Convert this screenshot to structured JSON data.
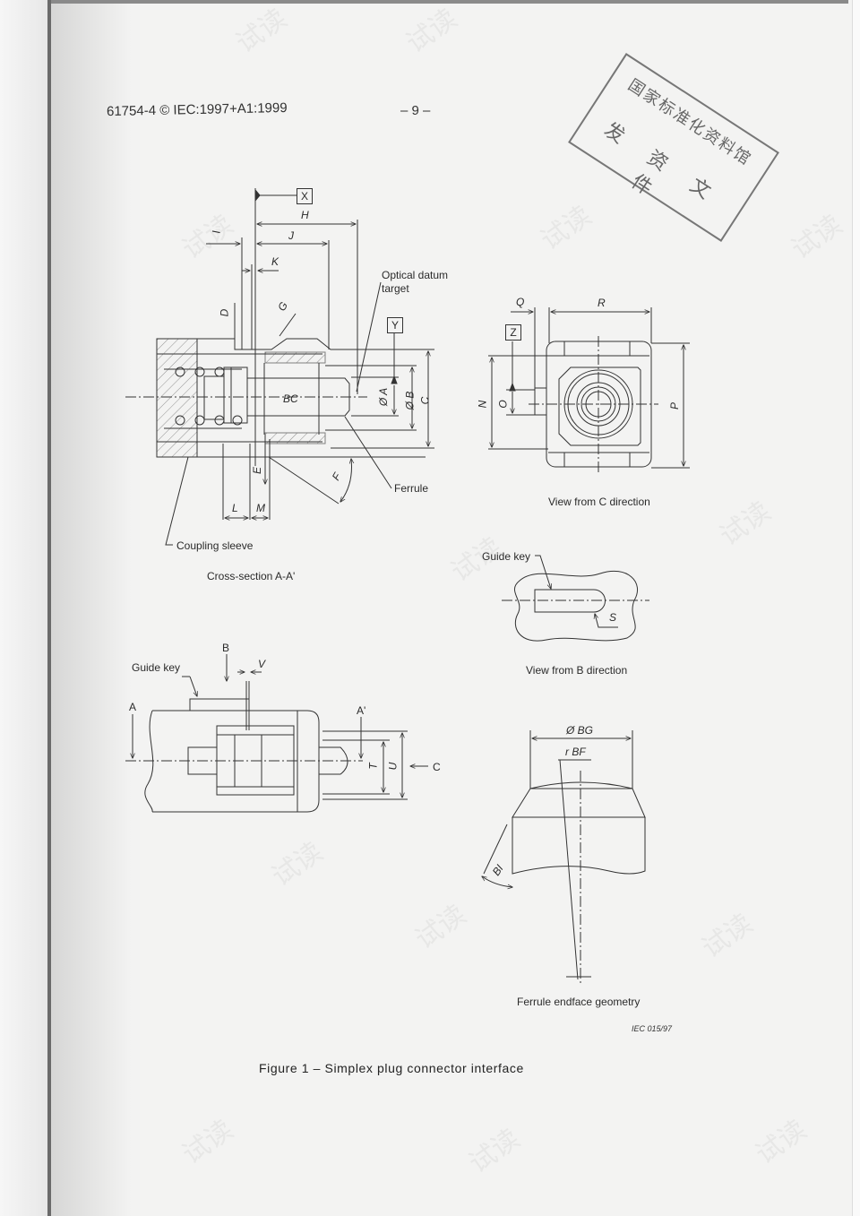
{
  "header": {
    "standard_ref": "61754-4 © IEC:1997+A1:1999",
    "page_number": "– 9 –"
  },
  "stamp": {
    "line1": "国家标准化资料馆",
    "line2": "发 资 文 件"
  },
  "watermark_text": "试读",
  "cross_section": {
    "caption": "Cross-section A-A'",
    "callouts": {
      "optical_datum_target": "Optical datum target",
      "ferrule": "Ferrule",
      "coupling_sleeve": "Coupling sleeve"
    },
    "datum_x": "X",
    "datum_y": "Y",
    "dimensions": {
      "H": "H",
      "J": "J",
      "I": "I",
      "K": "K",
      "D": "D",
      "G": "G",
      "BC": "BC",
      "A": "Ø A",
      "B": "Ø B",
      "C": "C",
      "E": "E",
      "F": "F",
      "L": "L",
      "M": "M"
    }
  },
  "view_c": {
    "caption": "View from C direction",
    "datum_z": "Z",
    "dimensions": {
      "Q": "Q",
      "R": "R",
      "N": "N",
      "O": "O",
      "P": "P"
    }
  },
  "view_b": {
    "caption": "View from B direction",
    "guide_key": "Guide key",
    "dimensions": {
      "S": "S"
    }
  },
  "side_view": {
    "guide_key": "Guide key",
    "markers": {
      "A": "A",
      "A_prime": "A'",
      "B": "B",
      "C": "C"
    },
    "dimensions": {
      "V": "V",
      "T": "T",
      "U": "U"
    }
  },
  "ferrule_endface": {
    "caption": "Ferrule endface geometry",
    "dimensions": {
      "BG": "Ø BG",
      "BF": "r BF",
      "BI": "BI"
    }
  },
  "iec_ref": "IEC  015/97",
  "figure": {
    "title": "Figure 1 – Simplex plug connector interface"
  }
}
